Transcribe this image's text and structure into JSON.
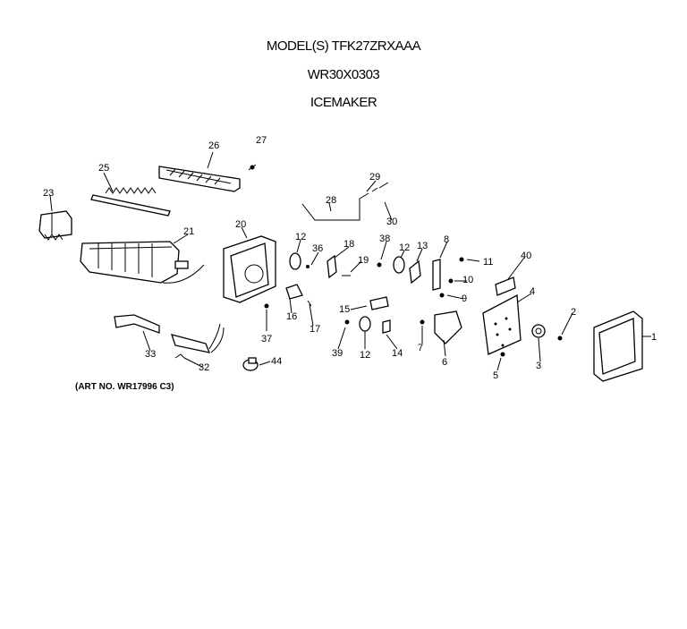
{
  "header": {
    "model": "MODEL(S) TFK27ZRXAAA",
    "part_number": "WR30X0303",
    "assembly": "ICEMAKER"
  },
  "art_number": "(ART NO. WR17996 C3)",
  "callouts": [
    "1",
    "2",
    "3",
    "4",
    "5",
    "6",
    "7",
    "8",
    "9",
    "10",
    "11",
    "12",
    "13",
    "14",
    "15",
    "16",
    "17",
    "18",
    "19",
    "20",
    "21",
    "23",
    "25",
    "26",
    "27",
    "28",
    "29",
    "30",
    "32",
    "33",
    "36",
    "37",
    "38",
    "39",
    "40",
    "44"
  ],
  "callout_positions_text": {
    "c1": "1",
    "c2": "2",
    "c3": "3",
    "c4": "4",
    "c5": "5",
    "c6": "6",
    "c7": "7",
    "c8": "8",
    "c9": "9",
    "c10": "10",
    "c11": "11",
    "c12a": "12",
    "c12b": "12",
    "c12c": "12",
    "c13": "13",
    "c14": "14",
    "c15": "15",
    "c16": "16",
    "c17": "17",
    "c18": "18",
    "c19": "19",
    "c20": "20",
    "c21": "21",
    "c23": "23",
    "c25": "25",
    "c26": "26",
    "c27": "27",
    "c28": "28",
    "c29": "29",
    "c30": "30",
    "c32": "32",
    "c33": "33",
    "c36": "36",
    "c37": "37",
    "c38": "38",
    "c39": "39",
    "c40": "40",
    "c44": "44"
  }
}
